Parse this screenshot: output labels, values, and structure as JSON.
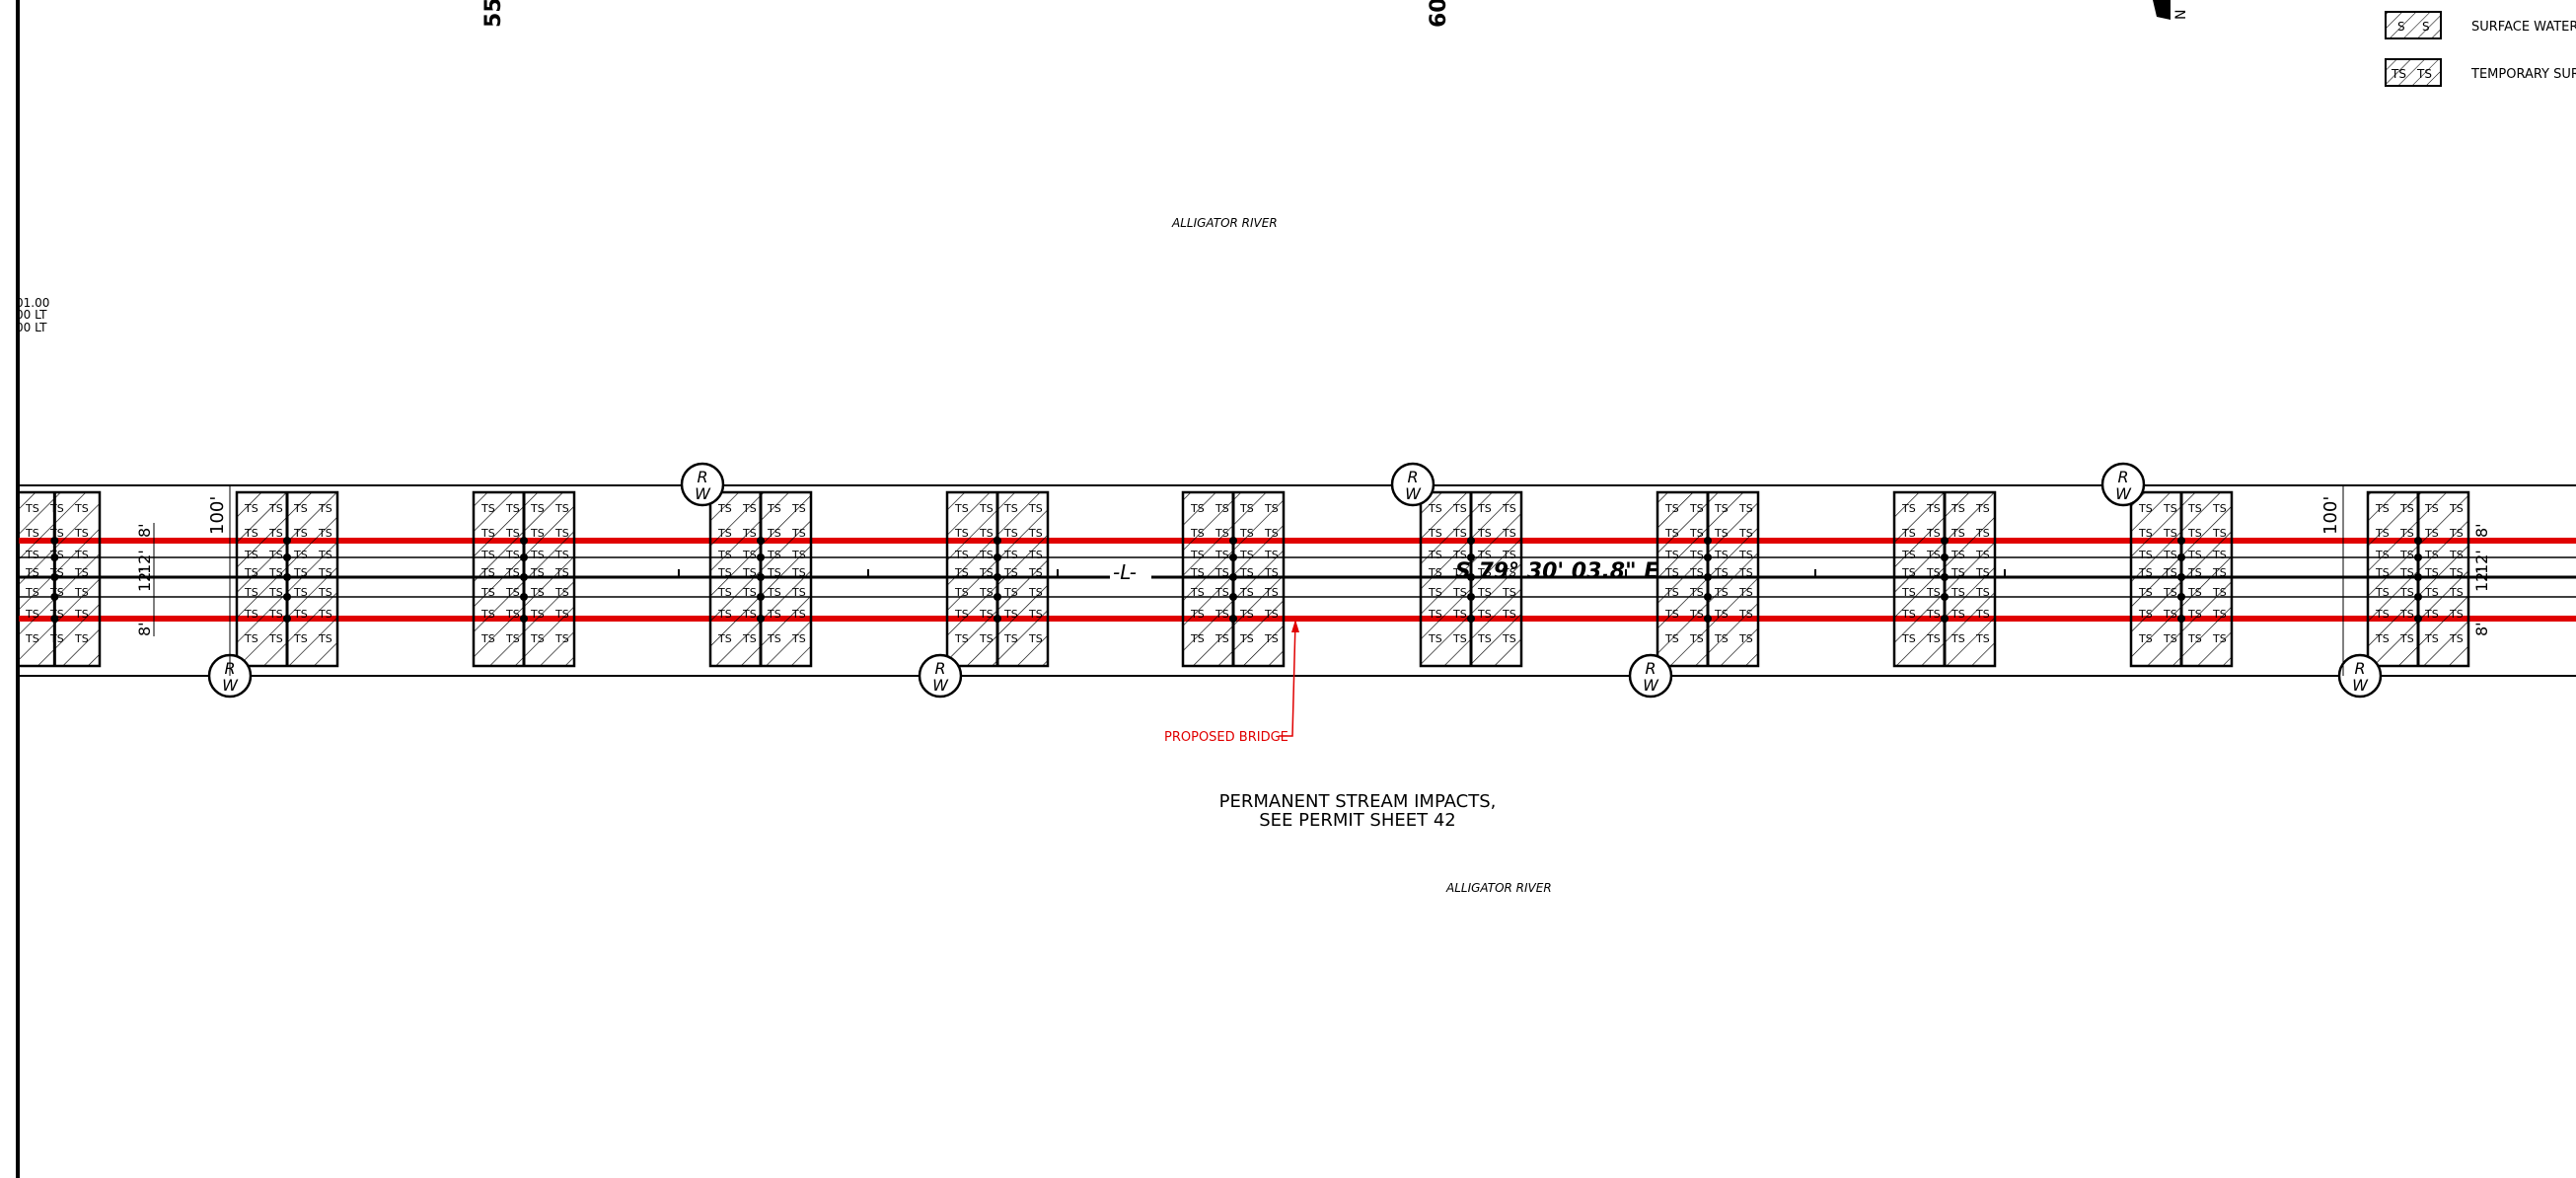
{
  "stations": {
    "left": "55",
    "right": "60"
  },
  "north_arrow": {
    "letter": "N"
  },
  "legend": {
    "items": [
      {
        "symbol_text": [
          "S",
          "S"
        ],
        "label": "SURFACE WATER"
      },
      {
        "symbol_text": [
          "TS",
          "TS"
        ],
        "label": "TEMPORARY SUR"
      }
    ]
  },
  "edge_notes": [
    "01.00",
    "00 LT",
    "00 LT"
  ],
  "river_labels": {
    "top": "ALLIGATOR RIVER",
    "bottom": "ALLIGATOR RIVER"
  },
  "rw_marker": {
    "top": "R",
    "bottom": "W"
  },
  "dimensions": {
    "width_100": "100'",
    "offset_8": "8'",
    "lane_12": "12'",
    "lane_12b": "12'",
    "offset_8b": "8'"
  },
  "alignment": {
    "label": "-L-",
    "bearing": "S 79° 30' 03.8\" E"
  },
  "impact_hatch_text": "TS",
  "callouts": {
    "proposed_bridge": "PROPOSED  BRIDGE",
    "permanent_impacts_line1": "PERMANENT  STREAM  IMPACTS,",
    "permanent_impacts_line2": "SEE  PERMIT  SHEET  42"
  },
  "colors": {
    "line": "#000000",
    "bridge": "#e00000",
    "background": "#ffffff"
  }
}
